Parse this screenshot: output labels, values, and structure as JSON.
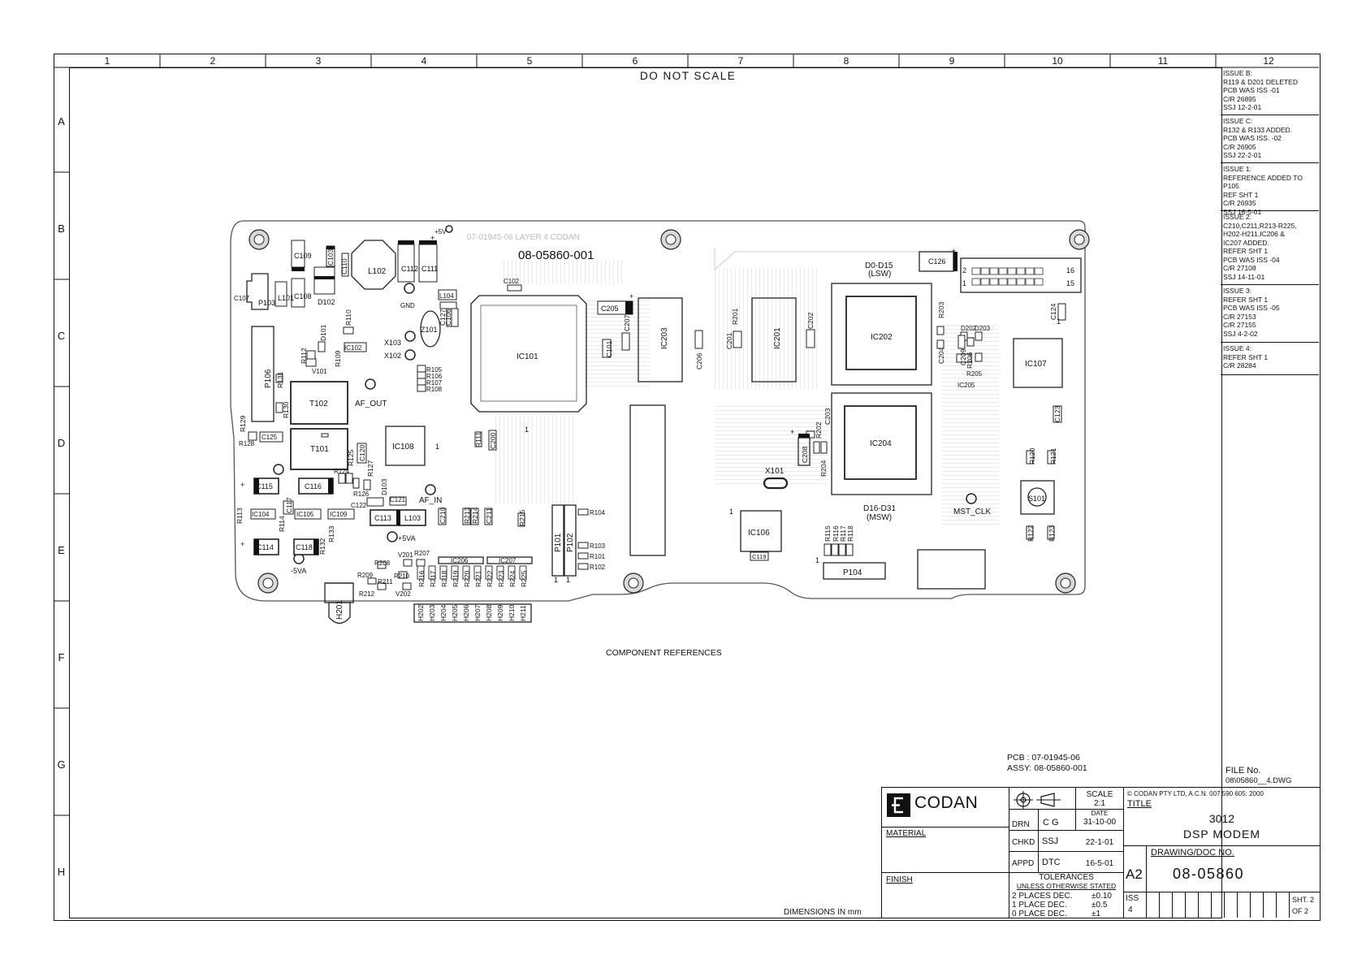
{
  "header": {
    "do_not_scale": "DO NOT SCALE",
    "columns": [
      "1",
      "2",
      "3",
      "4",
      "5",
      "6",
      "7",
      "8",
      "9",
      "10",
      "11",
      "12"
    ],
    "rows": [
      "A",
      "B",
      "C",
      "D",
      "E",
      "F",
      "G",
      "H"
    ]
  },
  "notes": [
    {
      "lines": [
        "ISSUE B:",
        "R119 & D201 DELETED",
        "PCB WAS ISS -01",
        "C/R 26895",
        "SSJ 12-2-01"
      ]
    },
    {
      "lines": [
        "ISSUE C:",
        "R132 & R133 ADDED.",
        "PCB WAS ISS. -02",
        "C/R 26905",
        "SSJ 22-2-01"
      ]
    },
    {
      "lines": [
        "ISSUE 1:",
        "REFERENCE ADDED TO P105",
        "REF SHT 1",
        "C/R 26935",
        "SSJ 16-5-01"
      ]
    },
    {
      "lines": [
        "ISSUE 2:",
        "C210,C211,R213-R225,",
        "H202-H211,IC206 &",
        "IC207 ADDED.",
        "REFER SHT 1",
        "PCB WAS ISS -04",
        "C/R 27108",
        "SSJ 14-11-01"
      ]
    },
    {
      "lines": [
        "ISSUE 3:",
        "REFER SHT 1",
        "PCB WAS ISS -05",
        "C/R 27153",
        "C/R 27155",
        "SSJ 4-2-02"
      ]
    },
    {
      "lines": [
        "ISSUE 4:",
        "REFER SHT 1",
        "C/R 28284"
      ]
    }
  ],
  "board": {
    "ghost_text": "07-01945-06     LAYER 4     CODAN",
    "assy_number": "08-05860-001",
    "caption": "COMPONENT REFERENCES",
    "plus5v": "+5V",
    "lsw_top": "D0-D15",
    "lsw_bot": "(LSW)",
    "msw_top": "D16-D31",
    "msw_bot": "(MSW)",
    "labels": {
      "C109": "C109",
      "C103": "C103",
      "C110": "C110",
      "L102": "L102",
      "C112": "C112",
      "C111": "C111",
      "C107": "C107",
      "P103": "P103",
      "L101": "L101",
      "C108": "C108",
      "D102": "D102",
      "L104": "L104",
      "GND": "GND",
      "C127": "C127",
      "C106": "C106",
      "Z101": "Z101",
      "C102": "C102",
      "C205": "C205",
      "IC101": "IC101",
      "IC203": "IC203",
      "R201": "R201",
      "IC201": "IC201",
      "C202": "C202",
      "IC202": "IC202",
      "C126": "C126",
      "R110": "R110",
      "X103": "X103",
      "X102": "X102",
      "D101": "D101",
      "IC102": "IC102",
      "R112": "R112",
      "V101": "V101",
      "R109": "R109",
      "R105": "R105",
      "R106": "R106",
      "R107": "R107",
      "R108": "R108",
      "C101": "C101",
      "C207": "C207",
      "C206": "C206",
      "C201": "C201",
      "R203": "R203",
      "C204": "C204",
      "D202": "D202",
      "D203": "D203",
      "R205": "R205",
      "R206": "R206",
      "C209": "C209",
      "IC205": "IC205",
      "IC107": "IC107",
      "C124": "C124",
      "C123": "C123",
      "P106": "P106",
      "R131": "R131",
      "R130": "R130",
      "T102": "T102",
      "AF_OUT": "AF_OUT",
      "R129": "R129",
      "R128": "R128",
      "C125": "C125",
      "T101": "T101",
      "IC108": "IC108",
      "R111": "R111",
      "C200": "C200",
      "C203": "C203",
      "R202": "R202",
      "C208": "C208",
      "R204": "R204",
      "IC204": "IC204",
      "R120": "R120",
      "R121": "R121",
      "R125": "R125",
      "C120": "C120",
      "C115": "C115",
      "C116": "C116",
      "R127": "R127",
      "R124": "R124",
      "R126": "R126",
      "D103": "D103",
      "C121": "C121",
      "C122": "C122",
      "AF_IN": "AF_IN",
      "X101": "X101",
      "S101": "S101",
      "R113": "R113",
      "IC104": "IC104",
      "R114": "R114",
      "C117": "C117",
      "IC105": "IC105",
      "IC109": "IC109",
      "C113": "C113",
      "L103": "L103",
      "C210": "C210",
      "R213": "R213",
      "R214": "R214",
      "C211": "C211",
      "R215": "R215",
      "R104": "R104",
      "P101": "P101",
      "P102": "P102",
      "IC106": "IC106",
      "MST_CLK": "MST_CLK",
      "R115": "R115",
      "R116": "R116",
      "R117": "R117",
      "R118": "R118",
      "R122": "R122",
      "R123": "R123",
      "C114": "C114",
      "C118": "C118",
      "R132": "R132",
      "R133": "R133",
      "5VA": "+5VA",
      "N5VA": "-5VA",
      "R208": "R208",
      "R207": "R207",
      "V201": "V201",
      "IC206": "IC206",
      "IC207": "IC207",
      "R103": "R103",
      "R101": "R101",
      "R102": "R102",
      "C119": "C119",
      "P104": "P104",
      "R209": "R209",
      "R210": "R210",
      "R211": "R211",
      "R212": "R212",
      "V202": "V202",
      "H201": "H201",
      "R216": "R216",
      "R217": "R217",
      "R218": "R218",
      "R219": "R219",
      "R220": "R220",
      "R221": "R221",
      "R222": "R222",
      "R223": "R223",
      "R224": "R224",
      "R225": "R225",
      "H202": "H202",
      "H203": "H203",
      "H204": "H204",
      "H205": "H205",
      "H206": "H206",
      "H207": "H207",
      "H208": "H208",
      "H209": "H209",
      "H210": "H210",
      "H211": "H211",
      "pin1": "1",
      "pin2": "2",
      "pin15": "15",
      "pin16": "16",
      "plus": "+"
    }
  },
  "info": {
    "pcb": "PCB  :  07-01945-06",
    "assy": "ASSY:  08-05860-001",
    "dimensions": "DIMENSIONS IN  mm",
    "file_label": "FILE  No.",
    "file_value": "08\\05860__4.DWG"
  },
  "titleblock": {
    "company": "CODAN",
    "material": "MATERIAL",
    "finish": "FINISH",
    "scale_label": "SCALE",
    "scale_value": "2:1",
    "date_label": "DATE",
    "drn": "DRN",
    "drn_init": "C  G",
    "drn_date": "31-10-00",
    "chkd": "CHKD",
    "chkd_init": "SSJ",
    "chkd_date": "22-1-01",
    "appd": "APPD",
    "appd_init": "DTC",
    "appd_date": "16-5-01",
    "tol1": "TOLERANCES",
    "tol2": "UNLESS OTHERWISE STATED",
    "tol_rows": [
      {
        "label": "2  PLACES  DEC.",
        "value": "±0.10"
      },
      {
        "label": "1  PLACE  DEC.",
        "value": "±0.5"
      },
      {
        "label": "0  PLACE  DEC.",
        "value": "±1"
      }
    ],
    "copyright": "© CODAN  PTY LTD, A.C.N. 007 590 605:  2000",
    "title_label": "TITLE",
    "title1": "3012",
    "title2": "DSP  MODEM",
    "drawing_label": "DRAWING/DOC NO.",
    "size": "A2",
    "drawing_no": "08-05860",
    "iss_label": "ISS",
    "iss_value": "4",
    "sht_label": "SHT.  2",
    "of_label": "OF   2"
  }
}
